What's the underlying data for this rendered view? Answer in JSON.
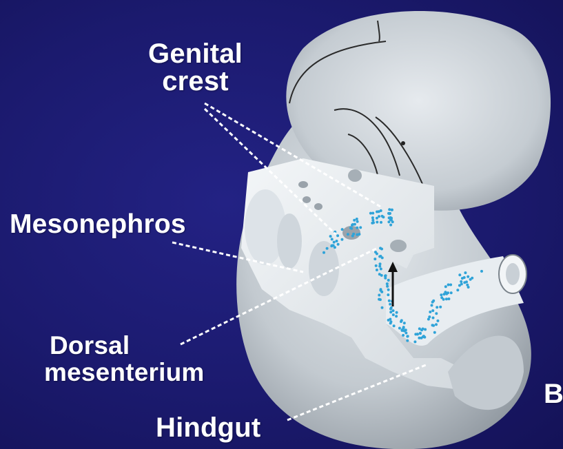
{
  "labels": {
    "genital_crest": [
      "Genital",
      "crest"
    ],
    "mesonephros": "Mesonephros",
    "dorsal_mesenterium": [
      "Dorsal",
      "mesenterium"
    ],
    "hindgut": "Hindgut",
    "panel": "B"
  },
  "colors": {
    "background": "#1b1a6e",
    "embryo": "#c4cbd1",
    "cut_surface": "#eef2f5",
    "germ_cells": "#2fa3d8",
    "label_text": "#ffffff"
  }
}
